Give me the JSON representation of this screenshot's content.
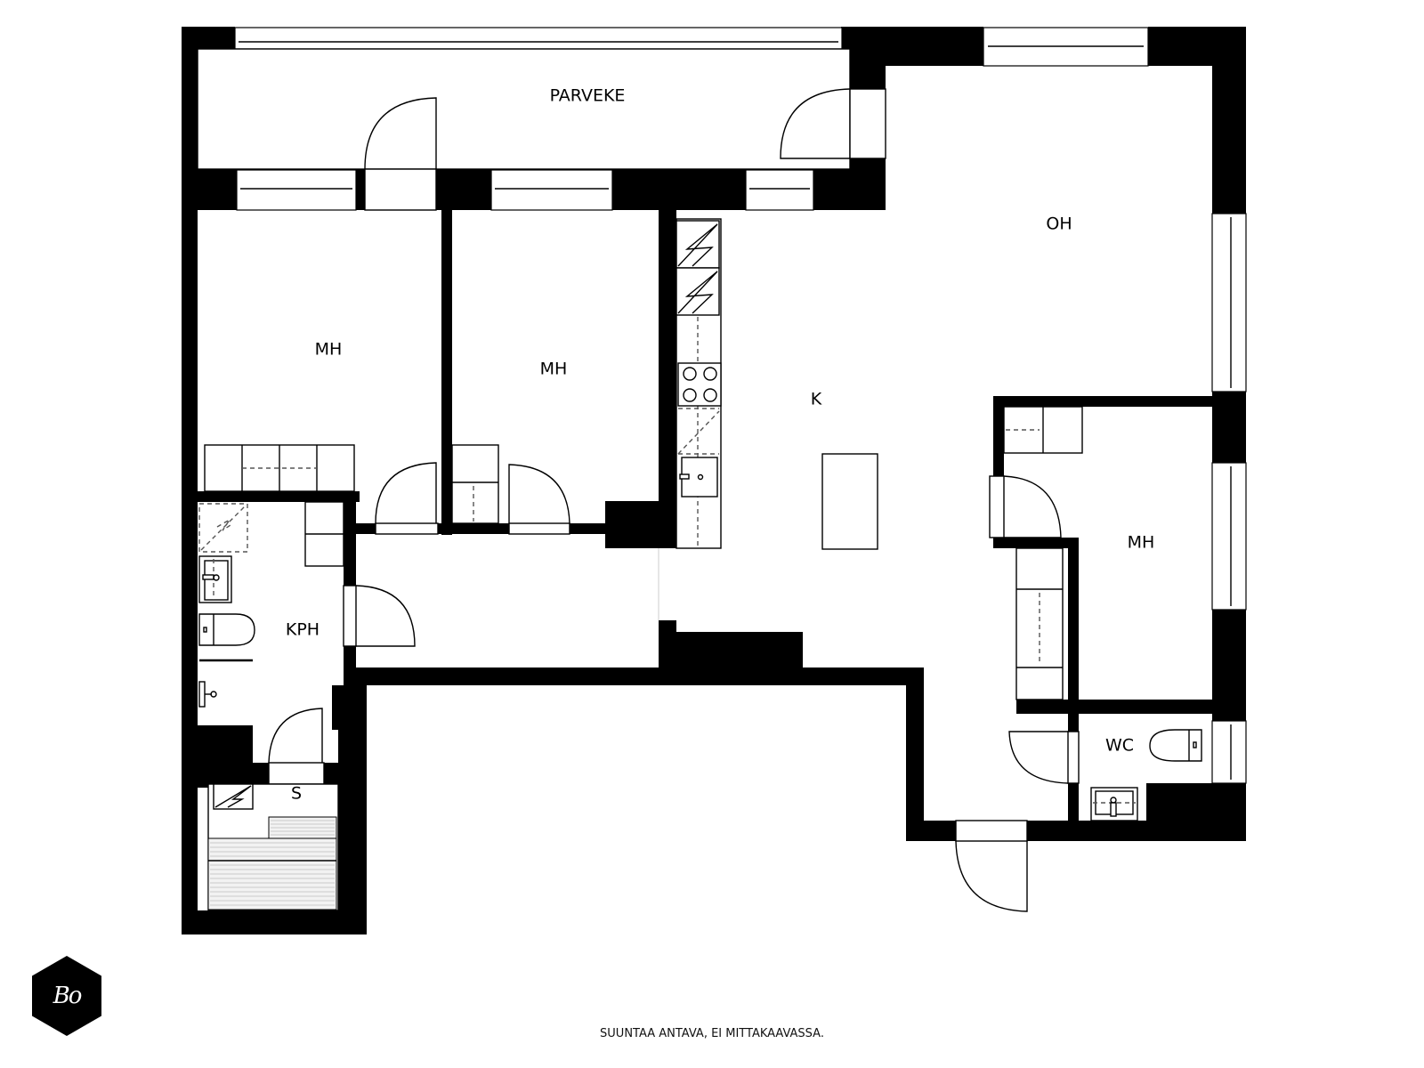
{
  "floorplan": {
    "rooms": {
      "balcony": "PARVEKE",
      "living_room": "OH",
      "kitchen": "K",
      "bedroom_1": "MH",
      "bedroom_2": "MH",
      "bedroom_3": "MH",
      "bathroom": "KPH",
      "sauna": "S",
      "toilet": "WC"
    },
    "colors": {
      "walls": "#000000",
      "background": "#ffffff",
      "lines": "#000000",
      "dashed_lines": "#555555"
    }
  },
  "logo": {
    "text": "Bo",
    "shape": "hexagon"
  },
  "footer": {
    "disclaimer": "SUUNTAA ANTAVA, EI MITTAKAAVASSA."
  }
}
